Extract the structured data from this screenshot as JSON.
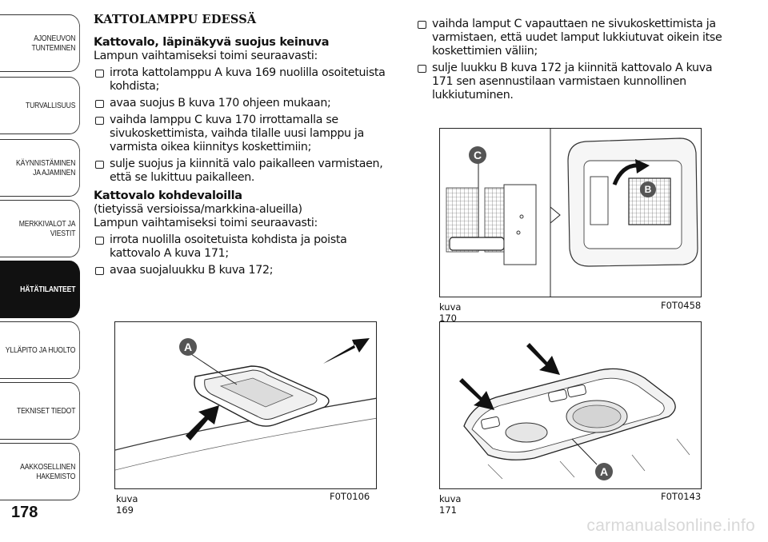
{
  "side_tabs": [
    {
      "label": "AJONEUVON\nTUNTEMINEN",
      "active": false
    },
    {
      "label": "TURVALLISUUS",
      "active": false
    },
    {
      "label": "KÄYNNISTÄMINEN\nJA AJAMINEN",
      "active": false
    },
    {
      "label": "MERKKIVALOT JA\nVIESTIT",
      "active": false
    },
    {
      "label": "HÄTÄTILANTEET",
      "active": true
    },
    {
      "label": "YLLÄPITO JA HUOLTO",
      "active": false
    },
    {
      "label": "TEKNISET TIEDOT",
      "active": false
    },
    {
      "label": "AAKKOSELLINEN\nHAKEMISTO",
      "active": false
    }
  ],
  "page_number": "178",
  "left_column": {
    "heading": "KATTOLAMPPU EDESSÄ",
    "section1": {
      "title": "Kattovalo, läpinäkyvä suojus keinuva",
      "intro": "Lampun vaihtamiseksi toimi seuraavasti:",
      "bullets": [
        "irrota kattolamppu A kuva 169 nuolilla osoitetuista kohdista;",
        "avaa suojus B kuva 170 ohjeen mukaan;",
        "vaihda lamppu C kuva 170 irrottamalla se sivukoskettimista, vaihda tilalle uusi lamppu ja varmista oikea kiinnitys koskettimiin;",
        "sulje suojus ja kiinnitä valo paikalleen varmistaen, että se lukittuu paikalleen."
      ]
    },
    "section2": {
      "title": "Kattovalo kohdevaloilla",
      "subtitle": "(tietyissä versioissa/markkina-alueilla)",
      "intro": "Lampun vaihtamiseksi toimi seuraavasti:",
      "bullets": [
        "irrota nuolilla osoitetuista kohdista ja poista kattovalo A kuva 171;",
        "avaa suojaluukku B kuva 172;"
      ]
    }
  },
  "right_column": {
    "bullets": [
      "vaihda lamput C vapauttaen ne sivukoskettimista ja varmistaen, että uudet lamput lukkiutuvat oikein itse koskettimien väliin;",
      "sulje luukku B kuva 172 ja kiinnitä kattovalo A kuva 171 sen asennustilaan varmistaen kunnollinen lukkiutuminen."
    ]
  },
  "figures": {
    "fig169": {
      "caption": "kuva 169",
      "code": "F0T0106",
      "callout": "A"
    },
    "fig170": {
      "caption": "kuva 170",
      "code": "F0T0458",
      "callout_c": "C",
      "callout_b": "B"
    },
    "fig171": {
      "caption": "kuva 171",
      "code": "F0T0143",
      "callout": "A"
    }
  },
  "watermark": "carmanualsonline.info"
}
